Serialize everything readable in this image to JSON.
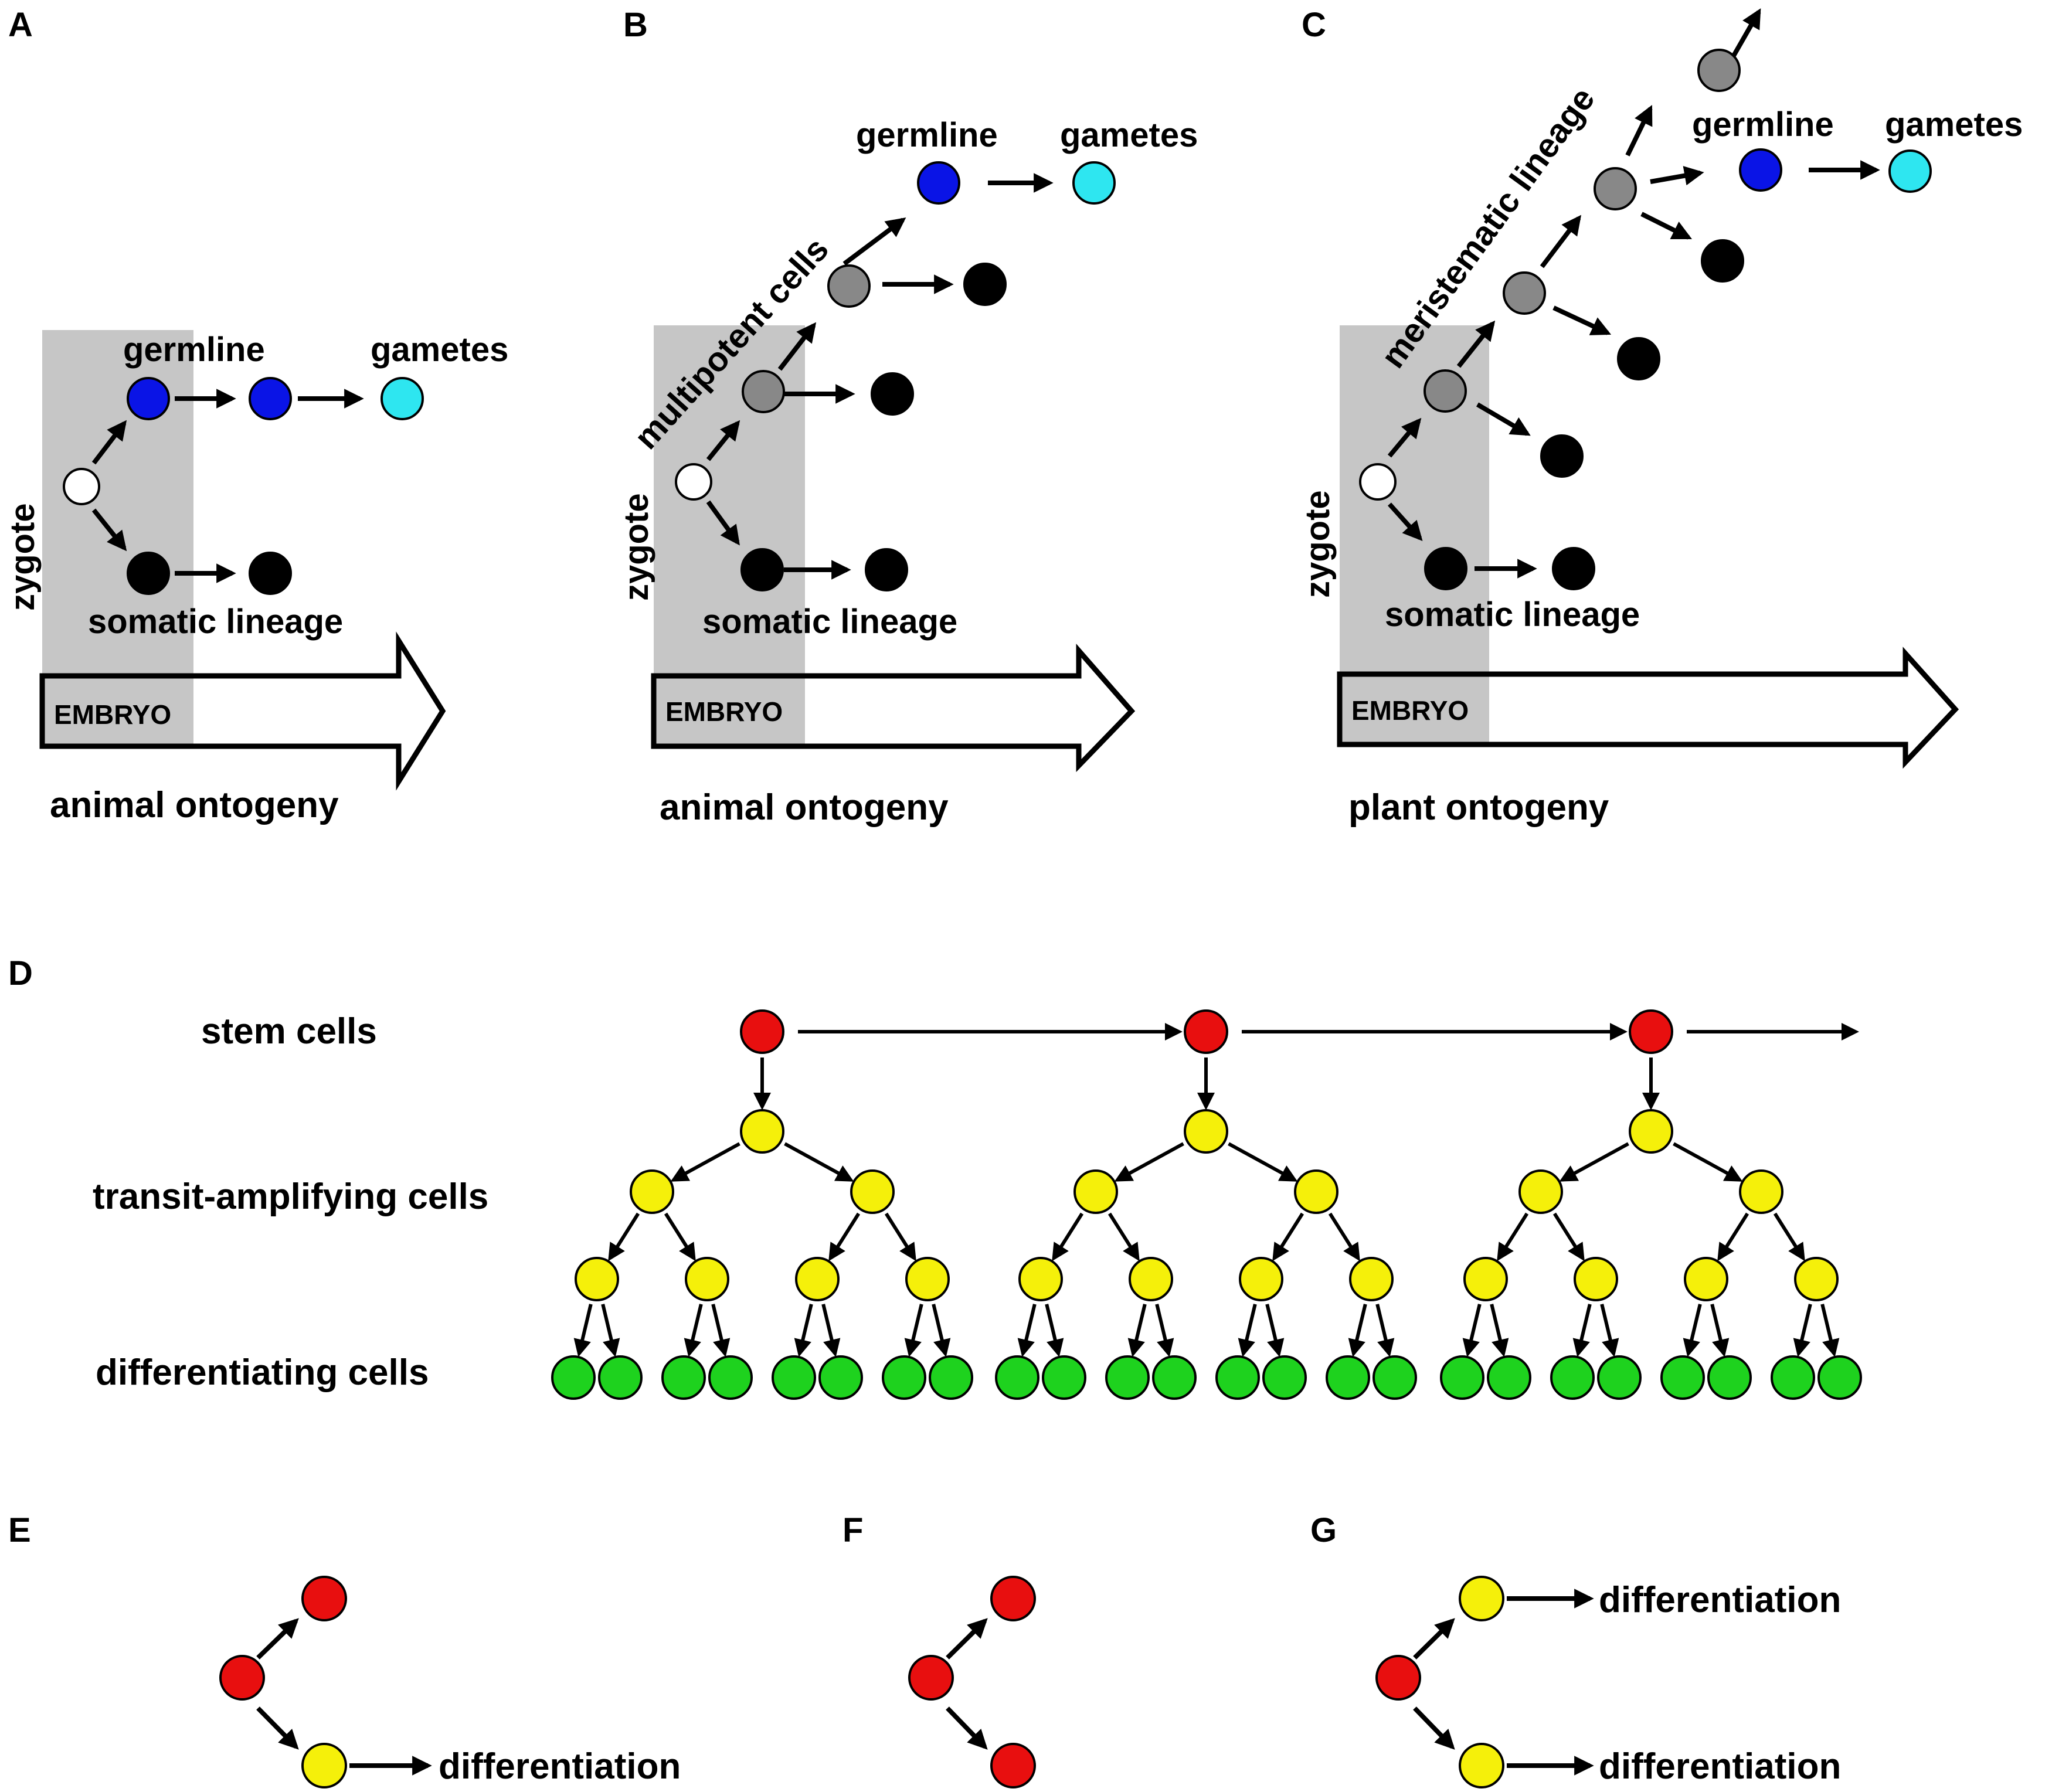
{
  "colors": {
    "zygote": "#ffffff",
    "germline": "#0a14e6",
    "gametes": "#2ee6f0",
    "somatic": "#000000",
    "multipotent": "#888888",
    "stem": "#e80f0f",
    "transit": "#f5f00a",
    "differentiating": "#1ed21e",
    "embryo_shade": "#c6c6c6"
  },
  "panelA": {
    "letter": "A",
    "germline": "germline",
    "gametes": "gametes",
    "zygote": "zygote",
    "somatic": "somatic lineage",
    "embryo": "EMBRYO",
    "caption": "animal ontogeny"
  },
  "panelB": {
    "letter": "B",
    "germline": "germline",
    "gametes": "gametes",
    "multipotent": "multipotent cells",
    "zygote": "zygote",
    "somatic": "somatic lineage",
    "embryo": "EMBRYO",
    "caption": "animal ontogeny"
  },
  "panelC": {
    "letter": "C",
    "germline": "germline",
    "gametes": "gametes",
    "meristematic": "meristematic lineage",
    "zygote": "zygote",
    "somatic": "somatic lineage",
    "embryo": "EMBRYO",
    "caption": "plant ontogeny"
  },
  "panelD": {
    "letter": "D",
    "stem": "stem cells",
    "transit": "transit-amplifying cells",
    "differentiating": "differentiating cells"
  },
  "panelE": {
    "letter": "E",
    "diff": "differentiation"
  },
  "panelF": {
    "letter": "F"
  },
  "panelG": {
    "letter": "G",
    "diff_top": "differentiation",
    "diff_bottom": "differentiation"
  }
}
